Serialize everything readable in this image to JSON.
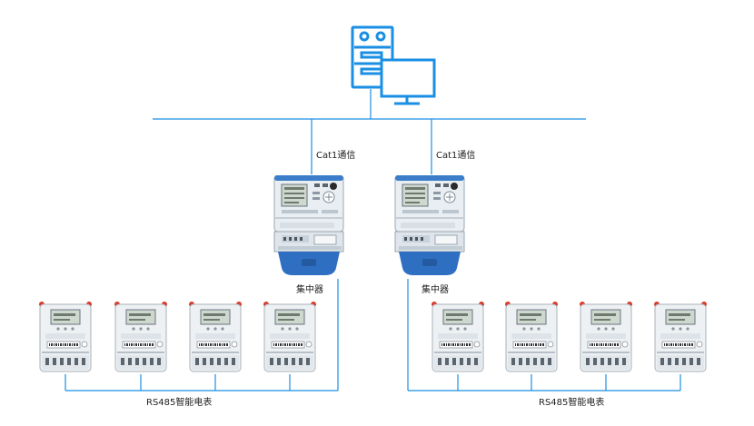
{
  "colors": {
    "line": "#1a8fe3",
    "icon": "#1a8fe3",
    "concentrator_blue": "#2f6fc2",
    "meter_body": "#eef1f3",
    "meter_seal": "#d93b2b",
    "text": "#222222"
  },
  "server": {
    "icon": "server-with-monitor-icon"
  },
  "links": {
    "left_label": "Cat1通信",
    "right_label": "Cat1通信"
  },
  "concentrators": [
    {
      "label": "集中器"
    },
    {
      "label": "集中器"
    }
  ],
  "meter_groups": [
    {
      "label": "RS485智能电表",
      "meter_count": 4
    },
    {
      "label": "RS485智能电表",
      "meter_count": 4
    }
  ]
}
